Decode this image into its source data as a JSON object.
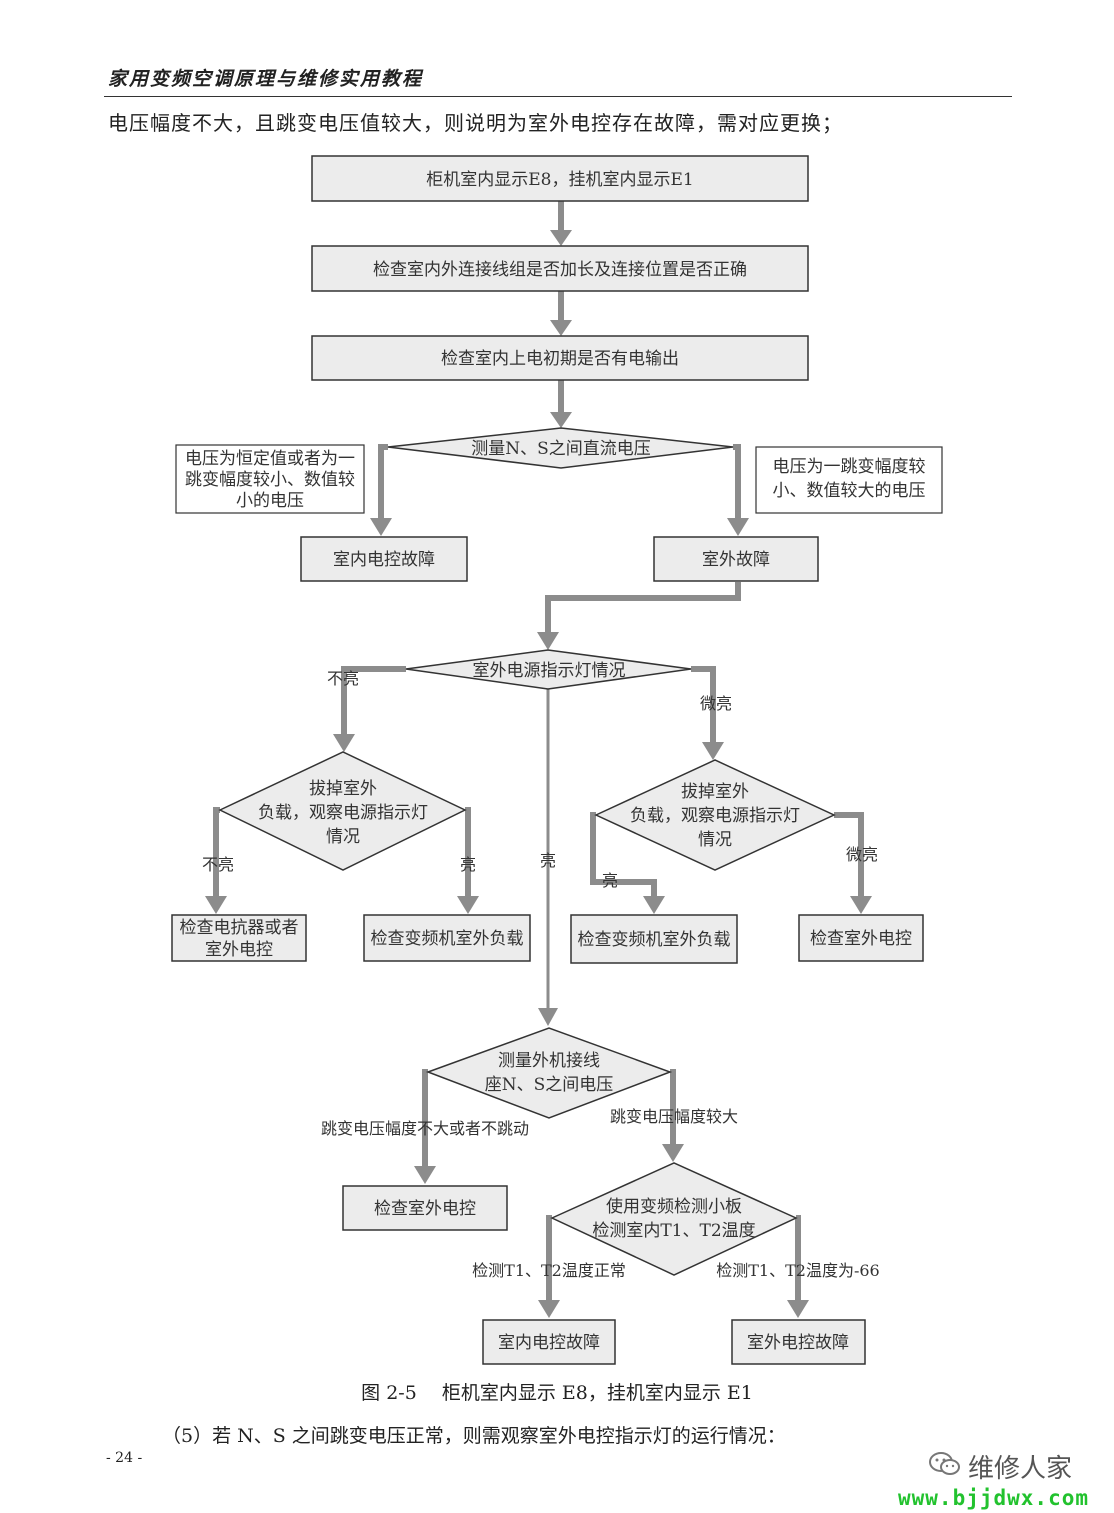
{
  "header": {
    "book_title": "家用变频空调原理与维修实用教程"
  },
  "intro_text": "电压幅度不大，且跳变电压值较大，则说明为室外电控存在故障，需对应更换；",
  "flowchart": {
    "start": "柜机室内显示E8，挂机室内显示E1",
    "step2": "检查室内外连接线组是否加长及连接位置是否正确",
    "step3": "检查室内上电初期是否有电输出",
    "decision1": "测量N、S之间直流电压",
    "note_left": [
      "电压为恒定值或者为一",
      "跳变幅度较小、数值较",
      "小的电压"
    ],
    "note_right": [
      "电压为一跳变幅度较",
      "小、数值较大的电压"
    ],
    "indoor_fault": "室内电控故障",
    "outdoor_fault": "室外故障",
    "decision2": "室外电源指示灯情况",
    "label_off": "不亮",
    "label_dim": "微亮",
    "label_on": "亮",
    "decision3": [
      "拔掉室外",
      "负载，观察电源指示灯",
      "情况"
    ],
    "decision4": [
      "拔掉室外",
      "负载，观察电源指示灯",
      "情况"
    ],
    "result_reactor": [
      "检查电抗器或者",
      "室外电控"
    ],
    "result_load1": "检查变频机室外负载",
    "result_load2": "检查变频机室外负载",
    "result_outdoor_ctrl1": "检查室外电控",
    "decision5": [
      "测量外机接线",
      "座N、S之间电压"
    ],
    "label_small_jump": "跳变电压幅度不大或者不跳动",
    "label_big_jump": "跳变电压幅度较大",
    "result_outdoor_ctrl2": "检查室外电控",
    "decision6": [
      "使用变频检测小板",
      "检测室内T1、T2温度"
    ],
    "label_temp_normal": "检测T1、T2温度正常",
    "label_temp_66": "检测T1、T2温度为-66",
    "final_indoor": "室内电控故障",
    "final_outdoor": "室外电控故障"
  },
  "caption": "图 2-5　 柜机室内显示 E8，挂机室内显示 E1",
  "footnote": "（5）若 N、S 之间跳变电压正常，则需观察室外电控指示灯的运行情况：",
  "page_number": "- 24 -",
  "watermark": {
    "name": "维修人家",
    "url": "www.bjjdwx.com",
    "url_color": "#22c22e"
  }
}
